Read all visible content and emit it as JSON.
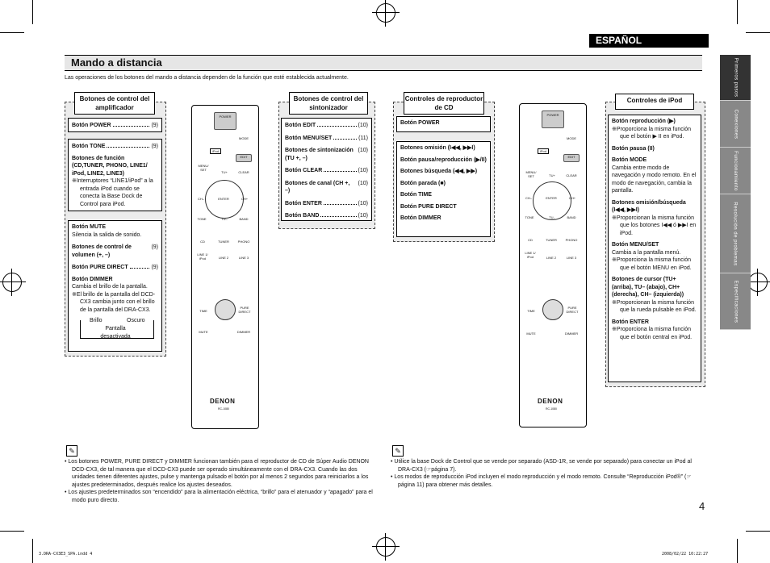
{
  "language_badge": "ESPAÑOL",
  "section_title": "Mando a distancia",
  "intro_text": "Las operaciones de los botones del mando a distancia dependen de la función que esté establecida actualmente.",
  "side_tabs": [
    "Primeros pasos",
    "Conexiones",
    "Funcionamiento",
    "Resolución de problemas",
    "Especificaciones"
  ],
  "headers": {
    "amp": "Botones de control del amplificador",
    "tuner": "Botones de control del sintonizador",
    "cd": "Controles de reproductor de CD",
    "ipod": "Controles de iPod"
  },
  "amp": {
    "power": {
      "label": "Botón POWER",
      "page": "(9)"
    },
    "tone": {
      "label": "Botón TONE",
      "page": "(9)"
    },
    "function_label": "Botones de función (CD,TUNER, PHONO, LINE1/ iPod, LINE2, LINE3)",
    "function_note": "※Interruptores “LINE1/iPod” a la entrada iPod cuando se conecta la Base Dock de Control para iPod.",
    "mute_label": "Botón MUTE",
    "mute_desc": "Silencia la salida de sonido.",
    "volume": {
      "label": "Botones de control de volumen (+, –)",
      "page": "(9)"
    },
    "pure_direct": {
      "label": "Botón PURE DIRECT",
      "page": "(9)"
    },
    "dimmer_label": "Botón DIMMER",
    "dimmer_desc": "Cambia el brillo de la pantalla.",
    "dimmer_note": "※El brillo de la pantalla del DCD-CX3 cambia junto con el brillo de la pantalla del DRA-CX3.",
    "cycle": {
      "bright": "Brillo",
      "dark": "Oscuro",
      "off": "Pantalla desactivada"
    }
  },
  "tuner": [
    {
      "label": "Botón EDIT",
      "page": "(10)"
    },
    {
      "label": "Botón MENU/SET",
      "page": "(11)"
    },
    {
      "label": "Botones de sintonización (TU +, –)",
      "page": "(10)"
    },
    {
      "label": "Botón CLEAR",
      "page": "(10)"
    },
    {
      "label": "Botones de canal (CH +, –)",
      "page": "(10)"
    },
    {
      "label": "Botón ENTER",
      "page": "(10)"
    },
    {
      "label": "Botón BAND",
      "page": "(10)"
    }
  ],
  "cd": {
    "power": "Botón POWER",
    "items": [
      "Botones omisión (I◀◀, ▶▶I)",
      "Botón pausa/reproducción (▶/II)",
      "Botones búsqueda (◀◀, ▶▶)",
      "Botón parada (■)",
      "Botón TIME",
      "Botón PURE DIRECT",
      "Botón DIMMER"
    ]
  },
  "ipod": [
    {
      "label": "Botón reproducción (▶)",
      "desc": "",
      "note": "※Proporciona la misma función que el botón ▶ II en iPod."
    },
    {
      "label": "Botón pausa (II)",
      "desc": "",
      "note": ""
    },
    {
      "label": "Botón MODE",
      "desc": "Cambia entre modo de navegación y modo remoto. En el modo de navegación, cambia la pantalla.",
      "note": ""
    },
    {
      "label": "Botones omisión/búsqueda (I◀◀, ▶▶I)",
      "desc": "",
      "note": "※Proporcionan la misma función que los botones I◀◀ ó ▶▶I en iPod."
    },
    {
      "label": "Botón MENU/SET",
      "desc": "Cambia a la pantalla menú.",
      "note": "※Proporciona la misma función que el botón MENU en iPod."
    },
    {
      "label": "Botones de cursor (TU+ (arriba), TU– (abajo), CH+ (derecha), CH– (izquierda))",
      "desc": "",
      "note": "※Proporcionan la misma función que la rueda pulsable en iPod."
    },
    {
      "label": "Botón ENTER",
      "desc": "",
      "note": "※Proporciona la misma función que el botón central en iPod."
    }
  ],
  "remote": {
    "brand": "DENON",
    "model": "RC-1080",
    "buttons": {
      "power": "POWER",
      "mode": "MODE",
      "ipod": "iPod",
      "edit": "EDIT",
      "menu": "MENU/ SET",
      "tu_plus": "TU+",
      "clear": "CLEAR",
      "ch_minus": "CH–",
      "enter": "ENTER",
      "ch_plus": "CH+",
      "tone": "TONE",
      "tu_minus": "TU–",
      "band": "BAND",
      "cd": "CD",
      "tuner": "TUNER",
      "phono": "PHONO",
      "line1": "LINE 1/ iPod",
      "line2": "LINE 2",
      "line3": "LINE 3",
      "time": "TIME",
      "pure": "PURE DIRECT",
      "mute": "MUTE",
      "dimmer": "DIMMER"
    }
  },
  "footnotes_left": [
    "Los botones POWER, PURE DIRECT y DIMMER funcionan también para el reproductor de CD de Súper Audio DENON DCD-CX3, de tal manera que el DCD-CX3 puede ser operado simultáneamente con el DRA-CX3. Cuando las dos unidades tienen diferentes ajustes, pulse y mantenga pulsado el botón por al menos 2 segundos para reiniciarlos a los ajustes predeterminados, después realice los ajustes deseados.",
    "Los ajustes predeterminados son “encendido” para la alimentación eléctrica, “brillo” para el atenuador y “apagado” para el modo puro directo."
  ],
  "footnotes_right": [
    "Utilice la base Dock de Control que se vende por separado (ASD-1R, se vende por separado) para conectar un iPod al DRA-CX3 (☞página 7).",
    "Los modos de reproducción iPod incluyen el modo reproducción y el modo remoto. Consulte “Reproducción iPod®” (☞página 11) para obtener más detalles."
  ],
  "page_number": "4",
  "print_meta": {
    "file": "3.DRA-CX3E3_SPA.indd   4",
    "date": "2008/02/22   10:22:27"
  }
}
